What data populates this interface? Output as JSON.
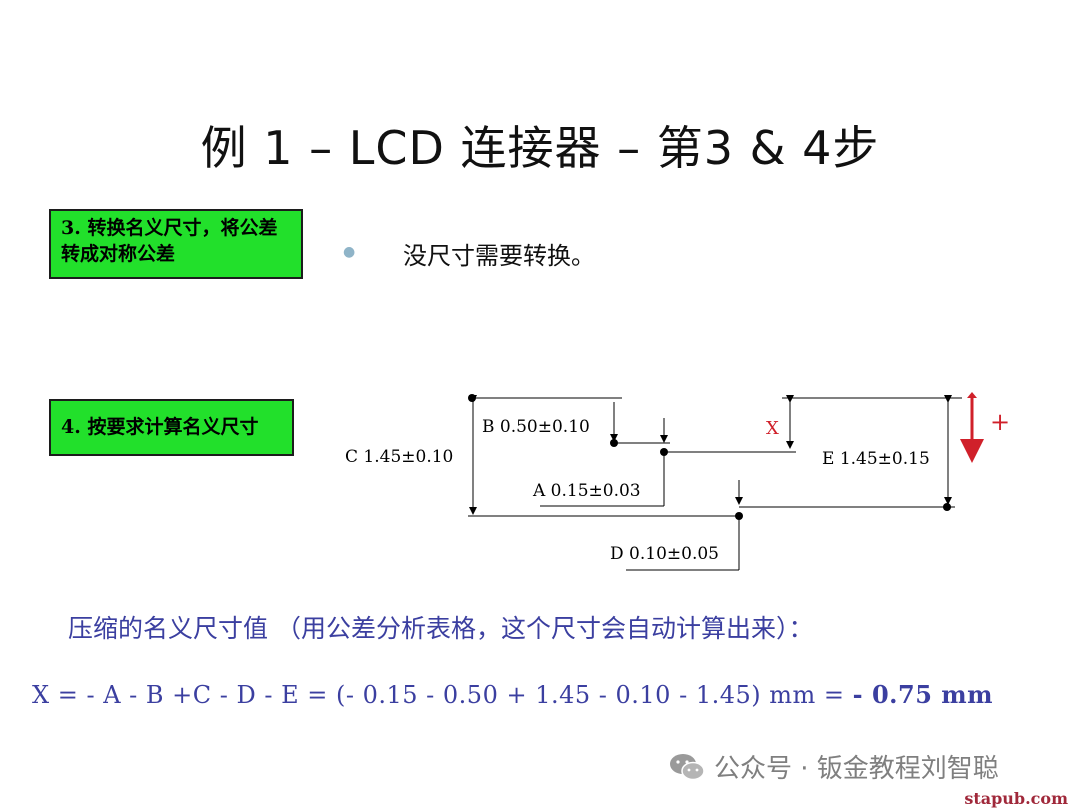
{
  "title": "例 1 – LCD 连接器 – 第3 & 4步",
  "step3": {
    "line1": "3. 转换名义尺寸，将公差",
    "line2": "转成对称公差"
  },
  "step4": {
    "label": "4. 按要求计算名义尺寸"
  },
  "bullet": {
    "text": "没尺寸需要转换。"
  },
  "diagram": {
    "labels": {
      "B": "B 0.50±0.10",
      "C": "C 1.45±0.10",
      "A": "A 0.15±0.03",
      "D": "D 0.10±0.05",
      "E": "E 1.45±0.15",
      "X": "X",
      "plus": "+"
    },
    "colors": {
      "line": "#000000",
      "x_label": "#d0202a",
      "arrow": "#d0202a"
    }
  },
  "compress_text": "压缩的名义尺寸值 （用公差分析表格，这个尺寸会自动计算出来）：",
  "formula": {
    "expr": "X = - A - B +C - D - E = (- 0.15 - 0.50 + 1.45 - 0.10 - 1.45) mm = ",
    "result": "- 0.75 mm"
  },
  "watermark": {
    "text": "公众号 · 钣金教程刘智聪",
    "icon": "wechat-icon"
  },
  "site": "stapub.com"
}
